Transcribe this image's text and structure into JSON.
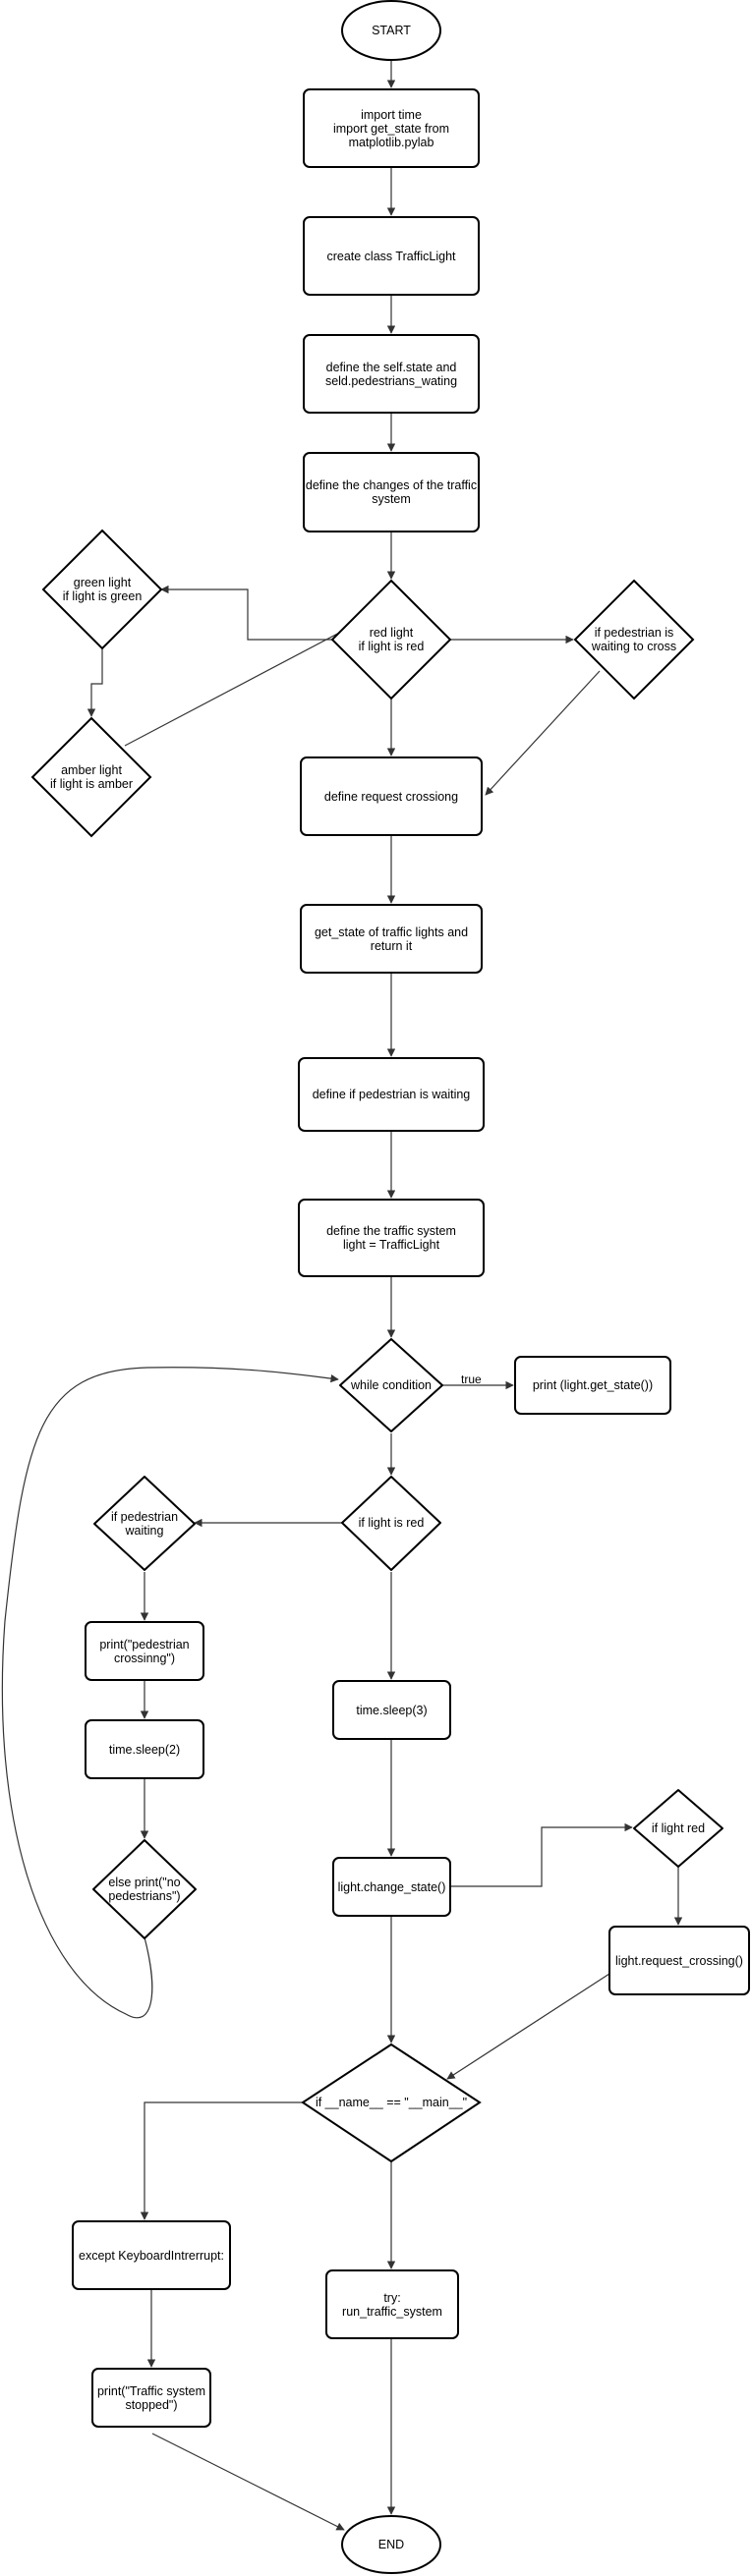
{
  "nodes": {
    "start": "START",
    "import": "import time\nimport get_state from\nmatplotlib.pylab",
    "class": "create class TrafficLight",
    "define_state": "define the self.state and\nseld.pedestrians_wating",
    "define_changes": "define the changes of the traffic\nsystem",
    "red_light": "red light\nif light is red",
    "green_light": "green light\nif light is green",
    "amber_light": "amber light\nif light is amber",
    "ped_waiting_cross": "if pedestrian is\nwaiting to cross",
    "request_crossing": "define request crossiong",
    "get_state": "get_state of traffic lights and\nreturn it",
    "define_ped_waiting": "define if pedestrian is waiting",
    "define_system": "define the traffic system\nlight = TrafficLight",
    "while": "while condition",
    "print_state": "print (light.get_state())",
    "if_red": "if light is red",
    "if_ped_waiting": "if pedestrian\nwaiting",
    "print_crossing": "print(\"pedestrian\ncrossinng\")",
    "sleep2": "time.sleep(2)",
    "else_print": "else print(\"no\npedestrians\")",
    "sleep3": "time.sleep(3)",
    "change_state": "light.change_state()",
    "if_light_red": "if light red",
    "request_call": "light.request_crossing()",
    "if_main": "if __name__ == \"__main__\"",
    "except": "except KeyboardIntrerrupt:",
    "print_stopped": "print(\"Traffic system\nstopped\")",
    "try_run": "try:\nrun_traffic_system",
    "end": "END"
  },
  "edge_labels": {
    "while_true": "true"
  }
}
